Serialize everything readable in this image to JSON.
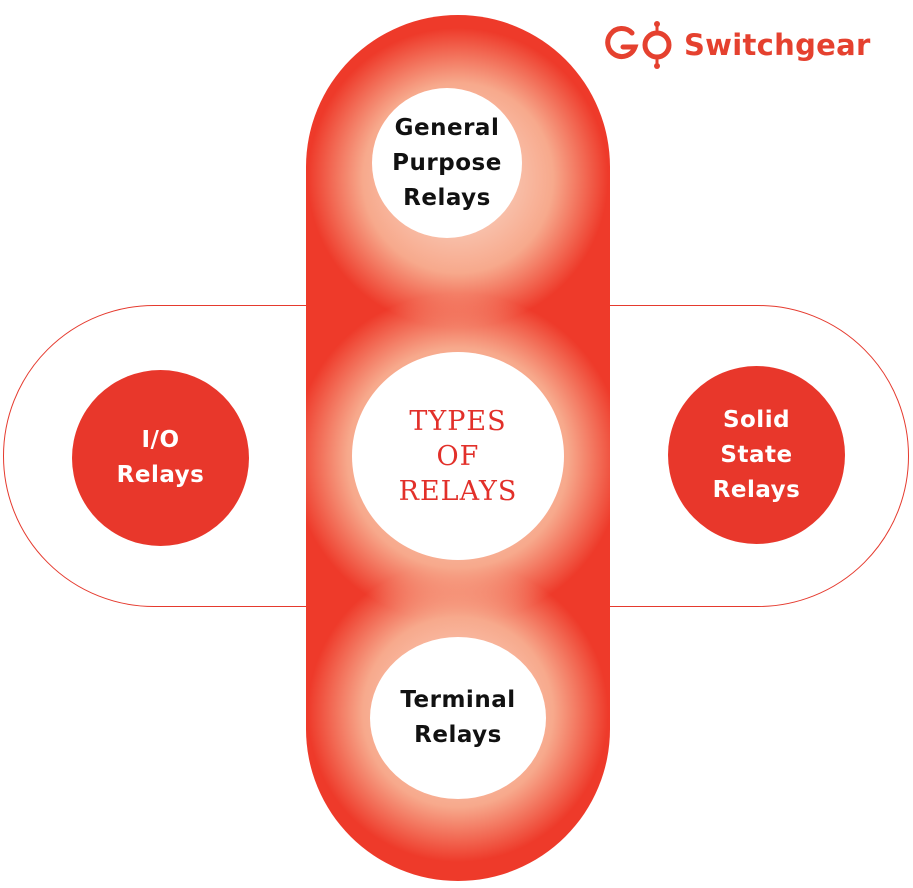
{
  "logo": {
    "text": "Switchgear",
    "icon": "go-logo-icon",
    "color": "#e5412f"
  },
  "center": {
    "lines": [
      "TYPES",
      "OF",
      "RELAYS"
    ]
  },
  "nodes": {
    "top": {
      "lines": [
        "General",
        "Purpose",
        "Relays"
      ]
    },
    "bottom": {
      "lines": [
        "Terminal",
        "Relays"
      ]
    },
    "left": {
      "lines": [
        "I/O",
        "Relays"
      ]
    },
    "right": {
      "lines": [
        "Solid",
        "State",
        "Relays"
      ]
    }
  },
  "colors": {
    "accent": "#ee3a2a",
    "outline": "#e53a2e",
    "center_text": "#e2302a"
  }
}
